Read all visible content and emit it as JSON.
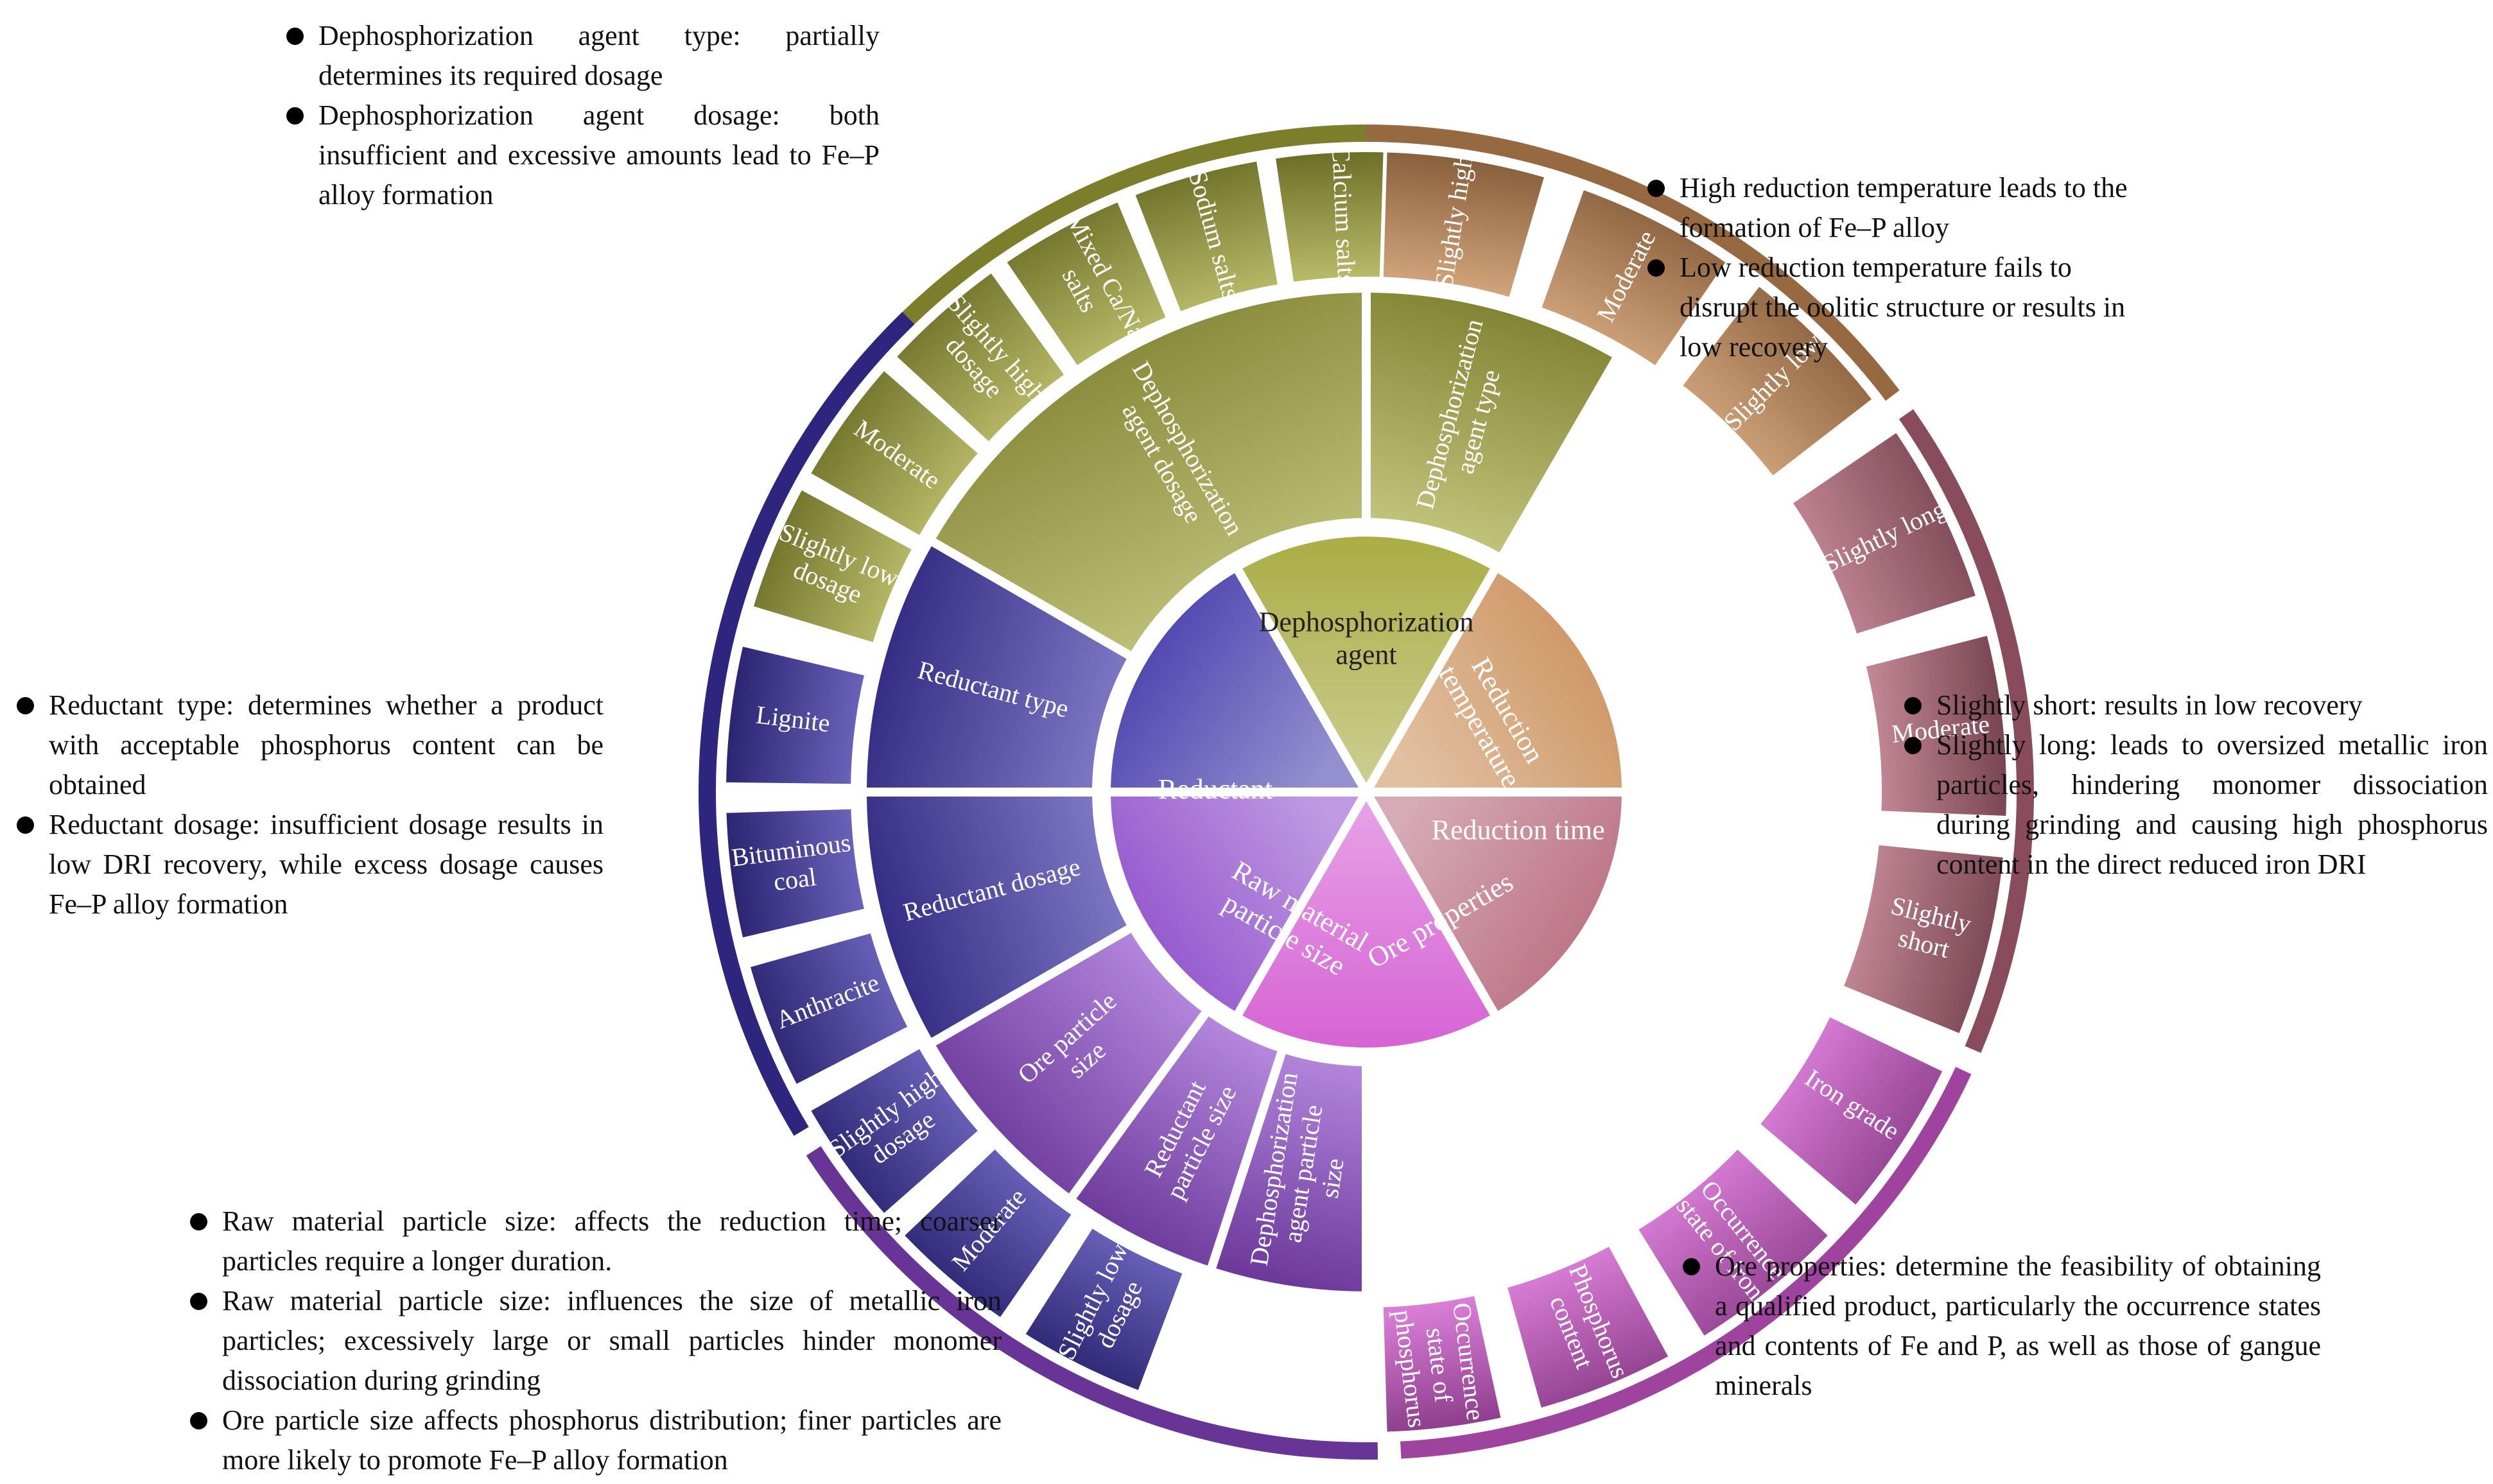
{
  "hub": [
    {
      "label": "Dephosphorization agent"
    },
    {
      "label": "Reduction temperature"
    },
    {
      "label": "Reduction time"
    },
    {
      "label": "Ore properties"
    },
    {
      "label": "Raw material particle size"
    },
    {
      "label": "Reductant"
    }
  ],
  "middle": [
    {
      "label": "Dephosphorization agent type"
    },
    {
      "label": "Dephosphorization agent dosage"
    },
    {
      "label": "Reductant type"
    },
    {
      "label": "Reductant dosage"
    },
    {
      "label": "Ore particle size"
    },
    {
      "label": "Reductant particle size"
    },
    {
      "label": "Dephosphorization agent particle size"
    }
  ],
  "outer": [
    {
      "label": "Calcium salts"
    },
    {
      "label": "Sodium salts"
    },
    {
      "label": "Mixed Ca/Na salts"
    },
    {
      "label": "Slightly high dosage"
    },
    {
      "label": "Moderate"
    },
    {
      "label": "Slightly low dosage"
    },
    {
      "label": "Slightly high"
    },
    {
      "label": "Moderate"
    },
    {
      "label": "Slightly low"
    },
    {
      "label": "Slightly long"
    },
    {
      "label": "Moderate"
    },
    {
      "label": "Slightly short"
    },
    {
      "label": "Iron grade"
    },
    {
      "label": "Occurrence state of iron"
    },
    {
      "label": "Phosphorus content"
    },
    {
      "label": "Occurrence state of phosphorus"
    },
    {
      "label": "Lignite"
    },
    {
      "label": "Bituminous coal"
    },
    {
      "label": "Anthracite"
    },
    {
      "label": "Slightly high dosage"
    },
    {
      "label": "Moderate"
    },
    {
      "label": "Slightly low dosage"
    }
  ],
  "colors": {
    "dephos": "#a6a83a",
    "temperature": "#c98c55",
    "time": "#b5657a",
    "ore": "#d45ad2",
    "particle": "#8a47c9",
    "reductant": "#3d33a8"
  },
  "notes": {
    "dephosphorization": [
      "Dephosphorization agent type: partially determines its required dosage",
      "Dephosphorization agent dosage: both insufficient and excessive amounts lead to Fe–P alloy formation"
    ],
    "temperature": [
      "High reduction temperature leads to the formation of Fe–P alloy",
      "Low reduction temperature fails to disrupt the oolitic structure or results in low recovery"
    ],
    "reductant": [
      "Reductant type: determines whether a product with acceptable phosphorus content can be obtained",
      "Reductant dosage: insufficient dosage results in low DRI recovery, while excess dosage causes Fe–P alloy formation"
    ],
    "time": [
      "Slightly short: results in low recovery",
      "Slightly long: leads to oversized metallic iron particles, hindering monomer dissociation during grinding and causing high phosphorus content in the direct reduced iron DRI"
    ],
    "particle": [
      "Raw material particle size: affects the reduction time; coarser particles require a longer duration.",
      "Raw material particle size: influences the size of metallic iron particles; excessively large or small particles hinder monomer dissociation during grinding",
      "Ore particle size affects phosphorus distribution; finer particles are more likely to promote Fe–P alloy formation"
    ],
    "ore": [
      "Ore properties: determine the feasibility of obtaining a qualified product, particularly the occurrence states and contents of Fe and P, as well as those of gangue minerals"
    ]
  }
}
